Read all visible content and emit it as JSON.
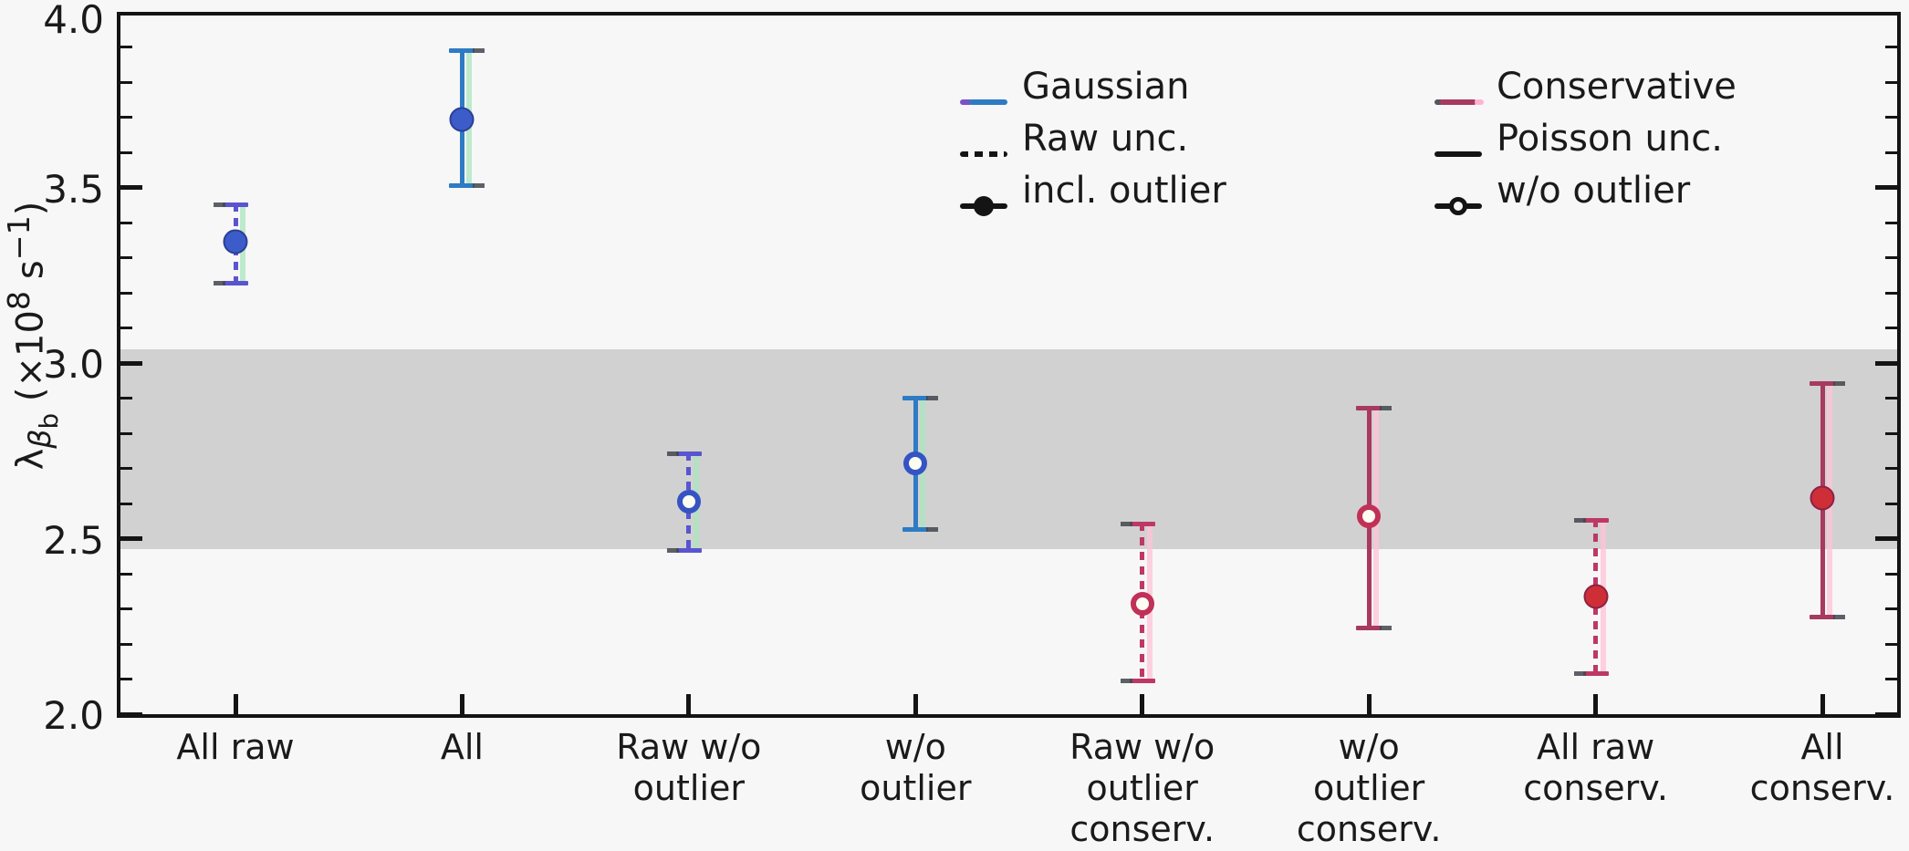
{
  "chart_data": {
    "type": "scatter",
    "title": "",
    "ylabel_text": "λ_βb (×10^8 s^−1)",
    "ylabel_parts": {
      "sym": "λ",
      "sub1": "β",
      "sub2": "b",
      "unit1": " (×10",
      "sup1": "8",
      "unit2": " s",
      "sup2": "−1",
      "unit3": ")"
    },
    "ylim": [
      2.0,
      4.0
    ],
    "yticks": [
      2.0,
      2.5,
      3.0,
      3.5,
      4.0
    ],
    "ytick_labels": [
      "2.0",
      "2.5",
      "3.0",
      "3.5",
      "4.0"
    ],
    "minor_tick_step": 0.1,
    "grid": false,
    "band": {
      "low": 2.47,
      "high": 3.04,
      "color": "#d1d1d1"
    },
    "categories": [
      "All raw",
      "All",
      "Raw w/o\noutlier",
      "w/o\noutlier",
      "Raw w/o\noutlier\nconserv.",
      "w/o\noutlier\nconserv.",
      "All raw\nconserv.",
      "All\nconserv."
    ],
    "points": [
      {
        "label": "All raw",
        "value": 3.35,
        "err_lo": 3.23,
        "err_hi": 3.46,
        "series": "gaussian",
        "uncertainty": "raw",
        "marker": "filled"
      },
      {
        "label": "All",
        "value": 3.7,
        "err_lo": 3.51,
        "err_hi": 3.9,
        "series": "gaussian",
        "uncertainty": "poisson",
        "marker": "filled"
      },
      {
        "label": "Raw w/o outlier",
        "value": 2.61,
        "err_lo": 2.47,
        "err_hi": 2.75,
        "series": "gaussian",
        "uncertainty": "raw",
        "marker": "open"
      },
      {
        "label": "w/o outlier",
        "value": 2.72,
        "err_lo": 2.53,
        "err_hi": 2.91,
        "series": "gaussian",
        "uncertainty": "poisson",
        "marker": "open"
      },
      {
        "label": "Raw w/o outlier conserv.",
        "value": 2.32,
        "err_lo": 2.1,
        "err_hi": 2.55,
        "series": "conservative",
        "uncertainty": "raw",
        "marker": "open"
      },
      {
        "label": "w/o outlier conserv.",
        "value": 2.57,
        "err_lo": 2.25,
        "err_hi": 2.88,
        "series": "conservative",
        "uncertainty": "poisson",
        "marker": "open"
      },
      {
        "label": "All raw conserv.",
        "value": 2.34,
        "err_lo": 2.12,
        "err_hi": 2.56,
        "series": "conservative",
        "uncertainty": "raw",
        "marker": "filled"
      },
      {
        "label": "All conserv.",
        "value": 2.62,
        "err_lo": 2.28,
        "err_hi": 2.95,
        "series": "conservative",
        "uncertainty": "poisson",
        "marker": "filled"
      }
    ],
    "colors": {
      "gaussian_solid": "#2e7bc4",
      "gaussian_dashed": "#5a55cf",
      "gaussian_marker_fill": "#3c5cc9",
      "gaussian_marker_edge": "#2b3f96",
      "gaussian_ring": "#3553c4",
      "conservative_solid": "#a73a5f",
      "conservative_dashed": "#bd3865",
      "conservative_marker_fill": "#ce2f36",
      "conservative_marker_edge": "#8c2145",
      "conservative_ring": "#c13057",
      "ghost_gaussian": "rgba(170,230,190,0.75)",
      "ghost_conservative": "rgba(255,195,215,0.75)",
      "open_center": "#fcfcf2",
      "legend_purple_tip": "#7a52c8",
      "legend_gray_tip": "#55565c",
      "legend_pink_glow": "#ffb3d2",
      "black": "#141414"
    },
    "legend": {
      "position": "upper right",
      "columns": [
        [
          {
            "label": "Gaussian",
            "swatch": "line-gaussian"
          },
          {
            "label": "Raw unc.",
            "swatch": "line-dashed-black"
          },
          {
            "label": "incl. outlier",
            "swatch": "line-filled-circle"
          }
        ],
        [
          {
            "label": "Conservative",
            "swatch": "line-conservative"
          },
          {
            "label": "Poisson unc.",
            "swatch": "line-solid-black"
          },
          {
            "label": "w/o outlier",
            "swatch": "line-open-circle"
          }
        ]
      ]
    }
  }
}
